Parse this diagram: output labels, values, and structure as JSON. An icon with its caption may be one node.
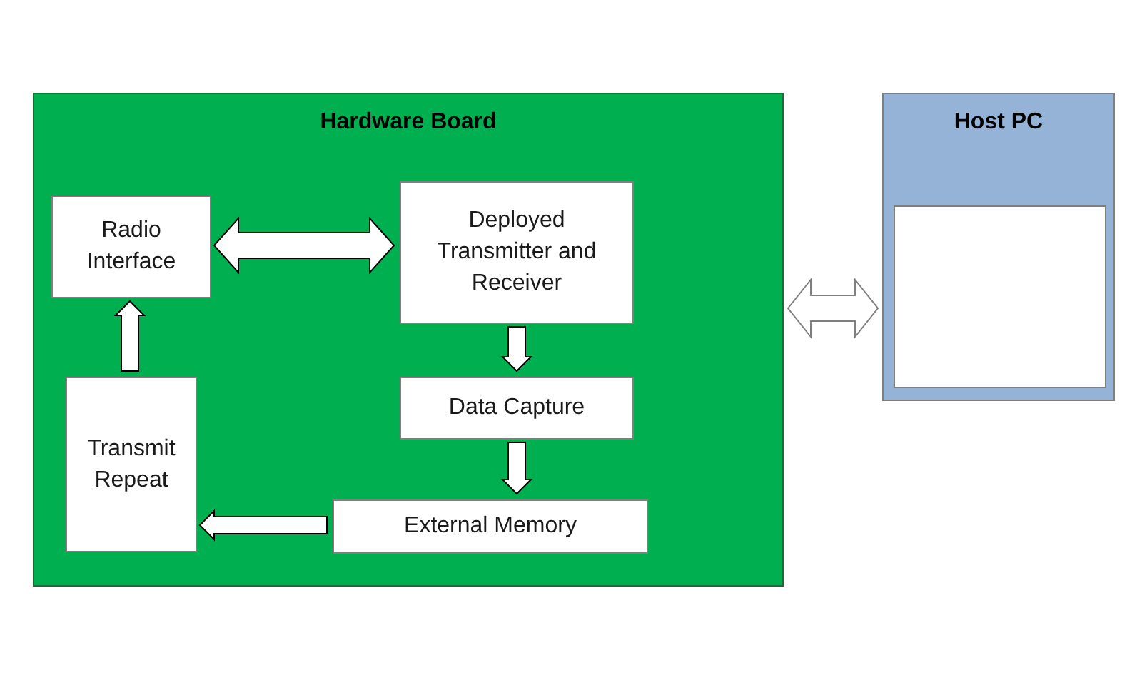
{
  "diagram": {
    "nodes": [
      {
        "text": [
          "Hardware Board"
        ]
      },
      {
        "text": [
          "Radio Interface"
        ],
        "in": 0
      },
      {
        "text": [
          "Deployed Transmitter and Receiver"
        ],
        "in": 0
      },
      {
        "text": [
          "Data Capture"
        ],
        "in": 0
      },
      {
        "text": [
          "External Memory"
        ],
        "in": 0
      },
      {
        "text": [
          "Transmit Repeat"
        ],
        "in": 0
      },
      {
        "text": [
          "Host PC"
        ]
      },
      {
        "text": [],
        "shape": "box",
        "in": 6
      }
    ],
    "edges": [
      {
        "from": 1,
        "to": 2,
        "arrow": "both"
      },
      {
        "from": 2,
        "to": 3,
        "arrow": "to"
      },
      {
        "from": 3,
        "to": 4,
        "arrow": "to"
      },
      {
        "from": 4,
        "to": 5,
        "arrow": "to"
      },
      {
        "from": 5,
        "to": 1,
        "arrow": "to"
      },
      {
        "from": 0,
        "to": 6,
        "arrow": "both",
        "color": "#7f7f7f"
      }
    ]
  }
}
